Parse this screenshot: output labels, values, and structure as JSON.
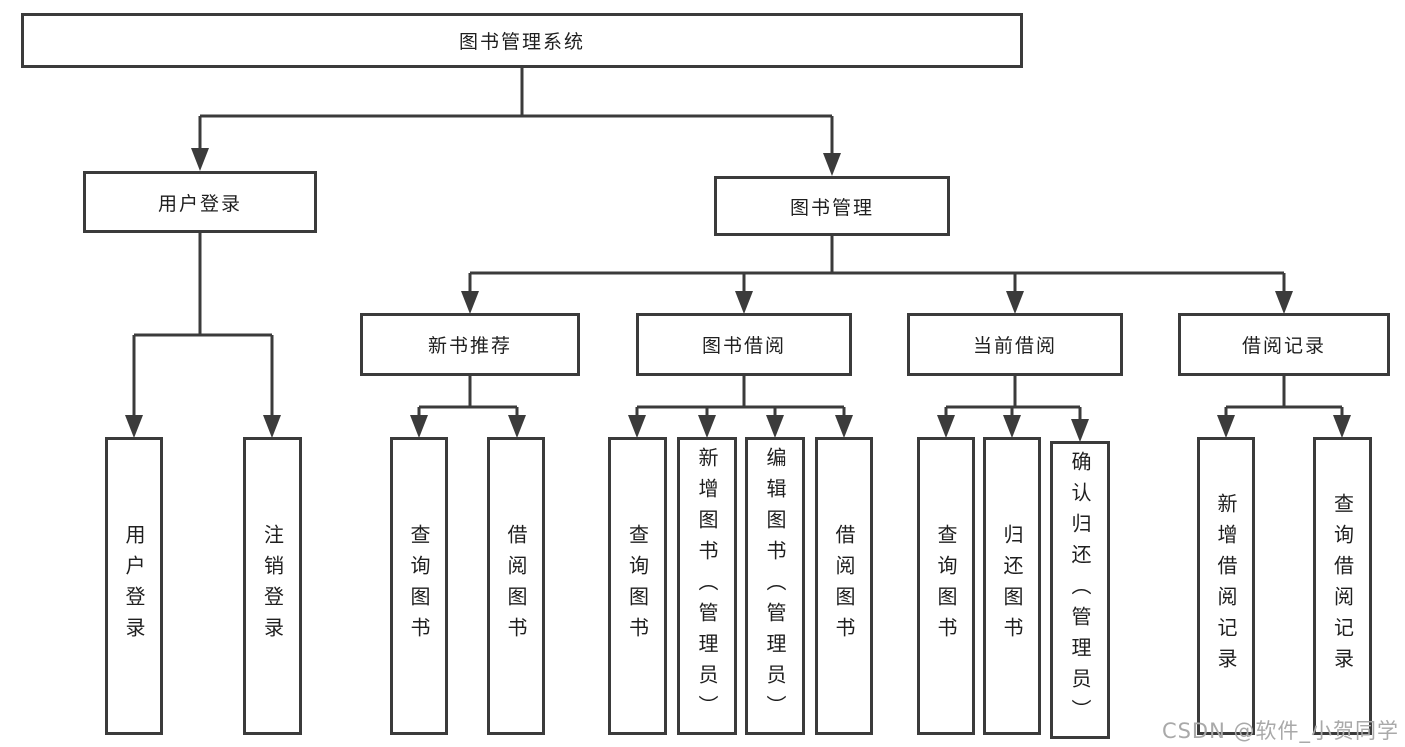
{
  "colors": {
    "line": "#3b3b3b",
    "node_border": "#3b3b3b",
    "node_background": "#ffffff",
    "text": "#1f1f1f",
    "watermark": "#a9a9a9",
    "background": "#ffffff"
  },
  "watermark": {
    "text": "CSDN @软件_小贺同学"
  },
  "tree": {
    "label": "图书管理系统",
    "children": [
      {
        "label": "用户登录",
        "children": [
          {
            "label": "用户登录"
          },
          {
            "label": "注销登录"
          }
        ]
      },
      {
        "label": "图书管理",
        "children": [
          {
            "label": "新书推荐",
            "children": [
              {
                "label": "查询图书"
              },
              {
                "label": "借阅图书"
              }
            ]
          },
          {
            "label": "图书借阅",
            "children": [
              {
                "label": "查询图书"
              },
              {
                "label": "新增图书（管理员）"
              },
              {
                "label": "编辑图书（管理员）"
              },
              {
                "label": "借阅图书"
              }
            ]
          },
          {
            "label": "当前借阅",
            "children": [
              {
                "label": "查询图书"
              },
              {
                "label": "归还图书"
              },
              {
                "label": "确认归还（管理员）"
              }
            ]
          },
          {
            "label": "借阅记录",
            "children": [
              {
                "label": "新增借阅记录"
              },
              {
                "label": "查询借阅记录"
              }
            ]
          }
        ]
      }
    ]
  }
}
